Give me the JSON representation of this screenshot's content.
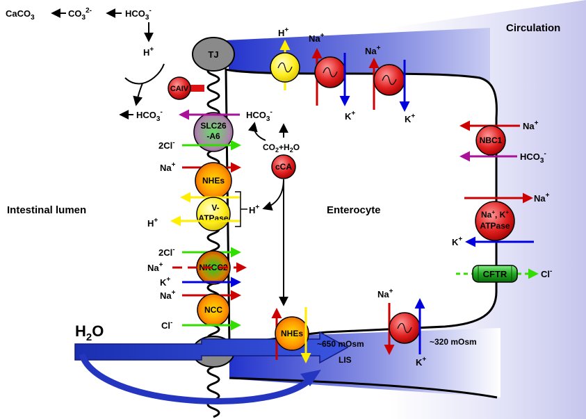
{
  "labels": {
    "caco3": "CaCO",
    "caco3_sub": "3",
    "co3": "CO",
    "co3_sub": "3",
    "co3_sup": "2-",
    "hco3": "HCO",
    "hco3_sub": "3",
    "minus": "-",
    "h": "H",
    "plus": "+",
    "na": "Na",
    "k": "K",
    "cl": "Cl",
    "two_cl": "2Cl",
    "co2h2o_a": "CO",
    "co2h2o_sub": "2",
    "co2h2o_b": "+H",
    "co2h2o_sub2": "2",
    "co2h2o_c": "O",
    "h2o_a": "H",
    "h2o_sub": "2",
    "h2o_b": "O",
    "circulation": "Circulation",
    "intestinal_lumen": "Intestinal lumen",
    "enterocyte": "Enterocyte",
    "osm_650": "~650 mOsm",
    "osm_320": "~320 mOsm",
    "lis": "LIS"
  },
  "proteins": {
    "tj": "TJ",
    "caiv": "CAIV",
    "slc26_a": "SLC26",
    "slc26_b": "-A6",
    "nhes": "NHEs",
    "v_atpase_a": "V-",
    "v_atpase_b": "ATPase",
    "nkcc2": "NKCC2",
    "ncc": "NCC",
    "cca": "cCA",
    "nbc1": "NBC1",
    "naka_a": "Na",
    "naka_b": ", K",
    "naka_c": "ATPase",
    "cftr": "CFTR",
    "nhes_lis": "NHEs"
  },
  "colors": {
    "red": "#cc0000",
    "blue": "#0000dd",
    "green": "#33dd00",
    "yellow": "#ffee00",
    "magenta": "#aa1199",
    "circulation_bg": "#c8c8f0",
    "lis_blue": "#2a3fd0"
  }
}
